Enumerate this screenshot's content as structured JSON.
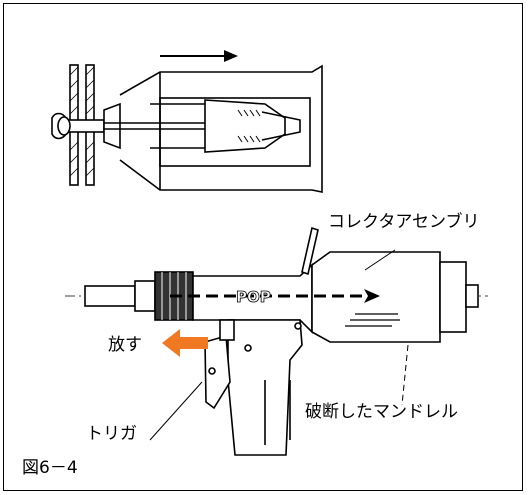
{
  "labels": {
    "collector": "コレクタアセンブリ",
    "release": "放す",
    "trigger": "トリガ",
    "broken_mandrel": "破断したマンドレル",
    "figure": "図6－4"
  },
  "tool_brand": "POP",
  "colors": {
    "line": "#000000",
    "arrow_release": "#f07820",
    "housing": "#ffffff",
    "shade": "#cfcfcf"
  },
  "icons": {
    "direction_arrow": "arrow-right-icon",
    "release_arrow": "arrow-left-icon"
  }
}
